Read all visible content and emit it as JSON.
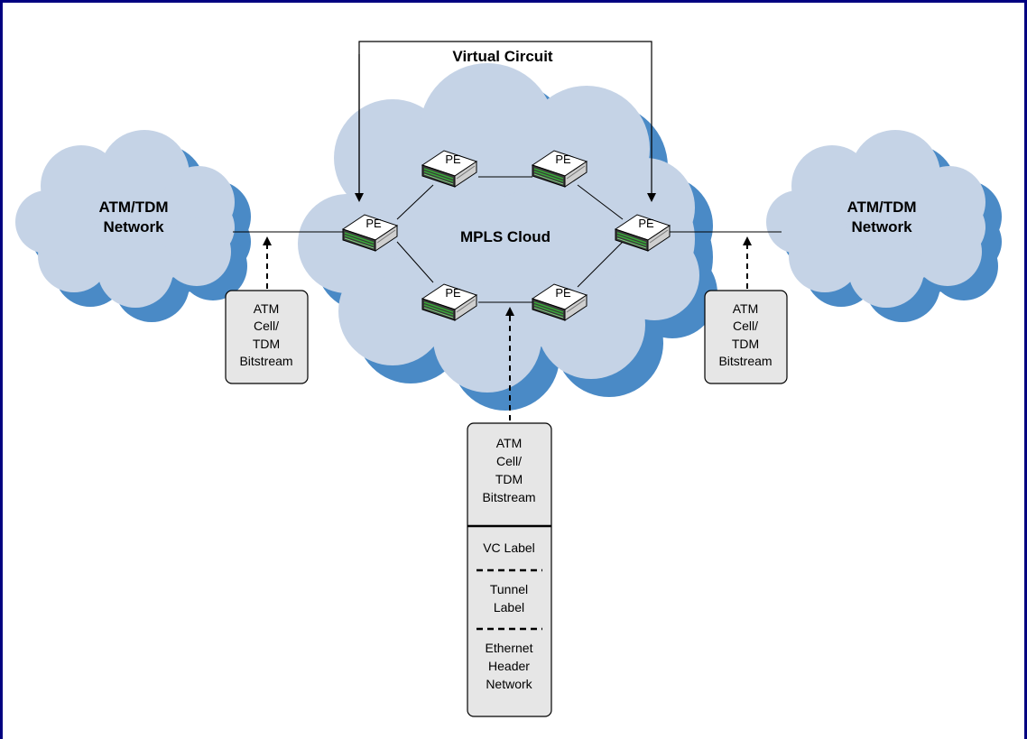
{
  "title": "Virtual Circuit",
  "core": {
    "label": "MPLS Cloud"
  },
  "left_network": {
    "line1": "ATM/TDM",
    "line2": "Network"
  },
  "right_network": {
    "line1": "ATM/TDM",
    "line2": "Network"
  },
  "router_label": "PE",
  "left_box": [
    "ATM",
    "Cell/",
    "TDM",
    "Bitstream"
  ],
  "right_box": [
    "ATM",
    "Cell/",
    "TDM",
    "Bitstream"
  ],
  "stack": {
    "payload": [
      "ATM",
      "Cell/",
      "TDM",
      "Bitstream"
    ],
    "vc_label": "VC Label",
    "tunnel_label": [
      "Tunnel",
      "Label"
    ],
    "ethernet": [
      "Ethernet",
      "Header",
      "Network"
    ]
  },
  "colors": {
    "cloud_fill": "#c5d3e6",
    "cloud_shadow": "#4a8ac6",
    "box_fill": "#e6e6e6",
    "border": "#000080"
  }
}
